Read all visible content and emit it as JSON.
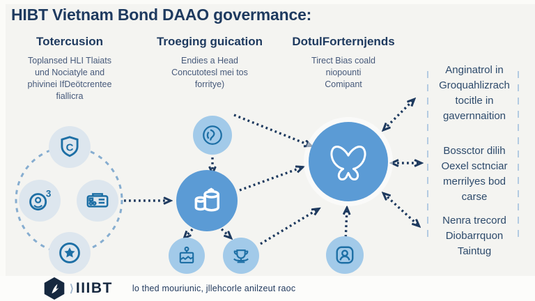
{
  "title": "HIBT Vietnam Bond DAAO govermance:",
  "columns": [
    {
      "heading": "Totercusion",
      "lines": [
        "Toplansed HLI Tlaiats",
        "und Nociatyle and",
        "phivinei IfDeötcrentee",
        "fiallicra"
      ]
    },
    {
      "heading": "Troeging guication",
      "lines": [
        "Endies a Head",
        "Concutotesl mei tos",
        "forritye)"
      ]
    },
    {
      "heading": "DotulForternjends",
      "lines": [
        "Tirect Bias coald",
        "niopounti",
        "Comipant"
      ]
    }
  ],
  "right_panel": {
    "blocks": [
      {
        "lines": [
          "Anginatrol in",
          "Groquahlizrach",
          "tocitle in",
          "gavernnaition"
        ]
      },
      {
        "lines": [
          "Bossctor dilih",
          "Oexel sctnciar",
          "merrilyes bod",
          "carse"
        ]
      },
      {
        "lines": [
          "Nenra trecord",
          "Diobarrquon",
          "Taintug"
        ]
      }
    ]
  },
  "icons": {
    "left_cluster": [
      "certificate-shield-icon",
      "member-cubed-icon",
      "console-icon",
      "star-badge-icon"
    ],
    "middle_column": [
      "seal-icon",
      "database-icon",
      "document-sprout-icon",
      "trophy-icon"
    ],
    "hub": "butterfly-icon",
    "below_hub": "profile-frame-icon",
    "shield_letter": "C",
    "member_superscript": "3"
  },
  "footer": {
    "logo_prefix": "⟩",
    "logo_text": "IIIBT",
    "tagline": "lo thed mouriunic, jllehcorle anilzeut raoc"
  },
  "colors": {
    "background": "#f4f4f1",
    "title_text": "#1e3a5f",
    "body_text": "#46597a",
    "panel_text": "#2d4a6b",
    "accent_blue": "#5b9bd5",
    "mid_circle": "#a2cae9",
    "light_circle": "#dde6ee",
    "icon_stroke": "#1d6fa5",
    "arrow": "#1e3a5f",
    "dashed_separator": "#b3cbe2",
    "logo_dark": "#16283f"
  }
}
